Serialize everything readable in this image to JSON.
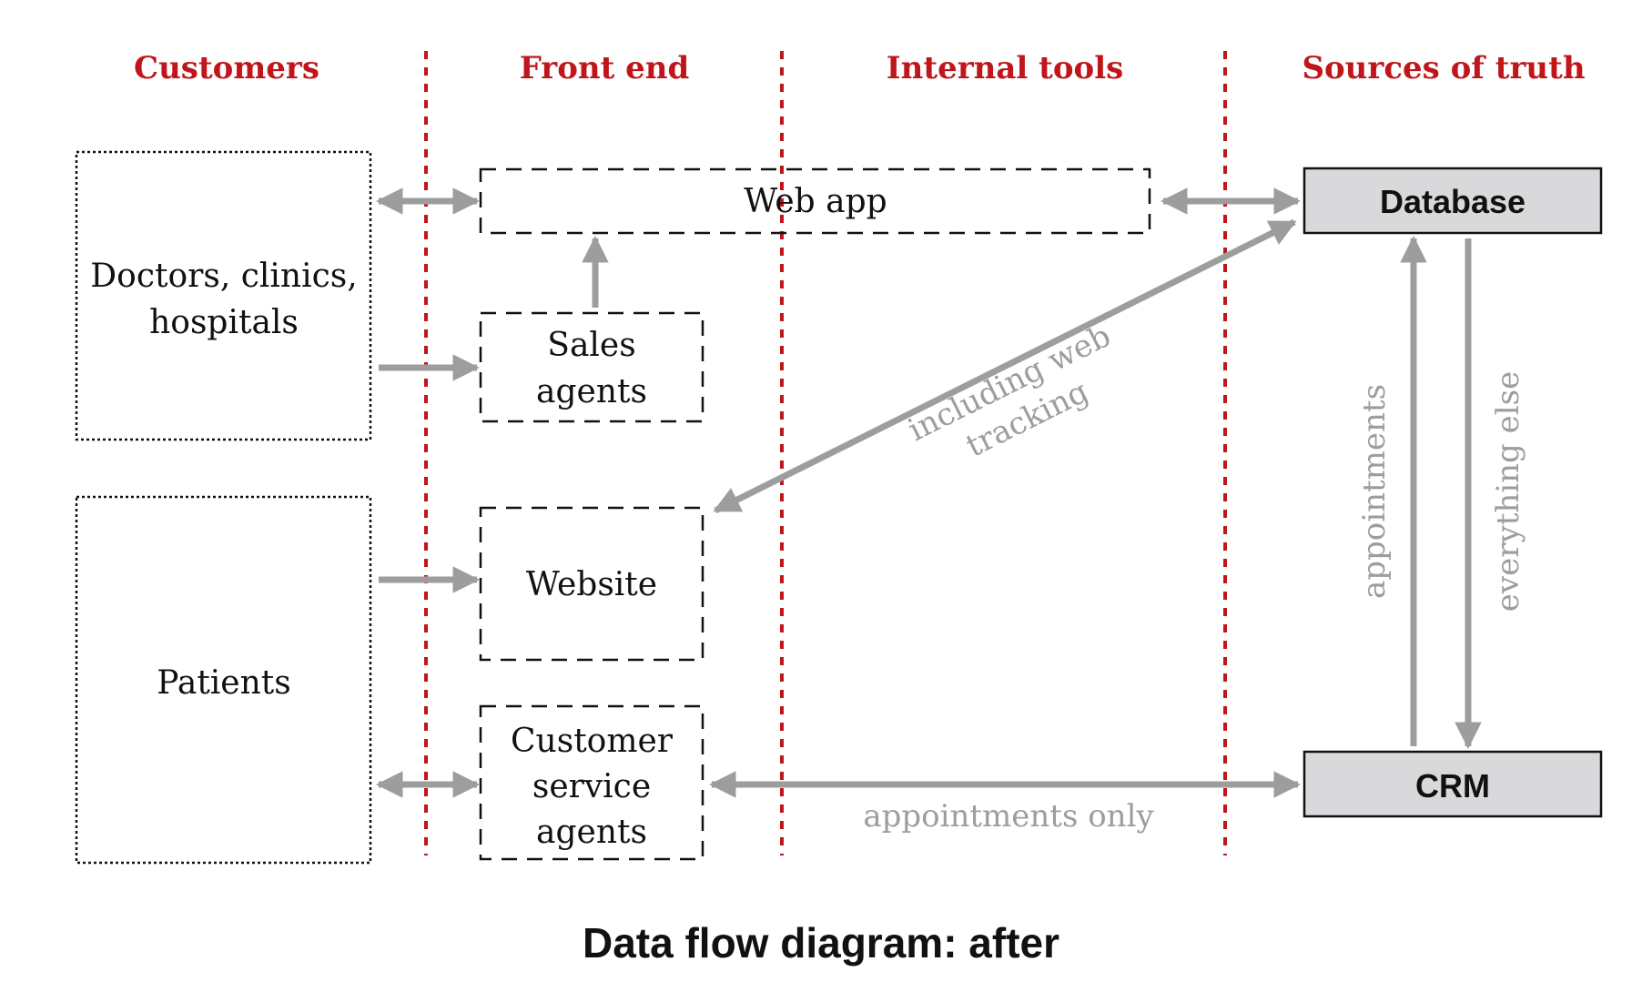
{
  "colors": {
    "header_red": "#c0161b",
    "divider_red": "#c0161b",
    "arrow_gray": "#9c9d9c",
    "label_gray": "#9c9d9c",
    "source_fill": "#d9d9dc",
    "box_stroke": "#111111"
  },
  "columns": {
    "customers": "Customers",
    "front_end": "Front end",
    "internal_tools": "Internal tools",
    "sources_of_truth": "Sources of truth"
  },
  "nodes": {
    "doctors": [
      "Doctors, clinics,",
      "hospitals"
    ],
    "patients": "Patients",
    "web_app": "Web app",
    "sales_agents": [
      "Sales",
      "agents"
    ],
    "website": "Website",
    "cs_agents": [
      "Customer",
      "service",
      "agents"
    ],
    "database": "Database",
    "crm": "CRM"
  },
  "edge_labels": {
    "web_tracking": [
      "including web",
      "tracking"
    ],
    "appointments_only": "appointments only",
    "appointments": "appointments",
    "everything_else": "everything else"
  },
  "title": "Data flow diagram: after"
}
